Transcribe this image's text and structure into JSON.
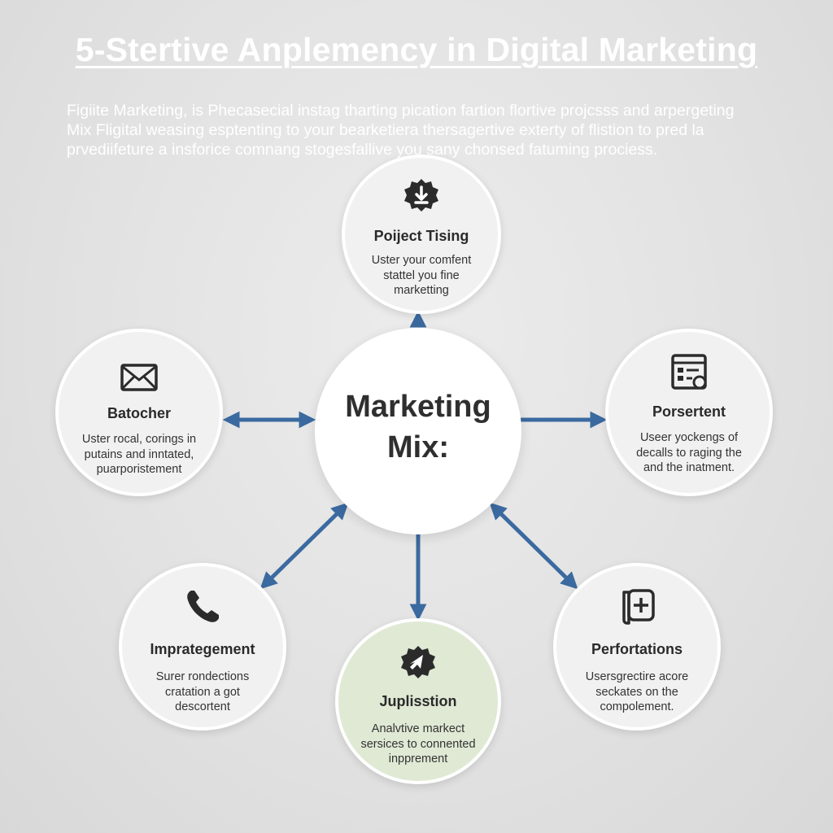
{
  "title": "5-Stertive Anplemency in Digital Marketing",
  "intro": [
    "Figiite Marketing, is Phecasecial instag tharting pication fartion flortive projcsss and arpergeting",
    "Mix Fligital weasing esptenting to your bearketiera thersagertive exterty of flistion to pred la",
    "prvediifeture a insforice comnang stogesfallive you sany chonsed fatuming prociess."
  ],
  "hub": {
    "line1": "Marketing",
    "line2": "Mix:"
  },
  "nodes": {
    "top": {
      "icon": "download-badge-icon",
      "label": "Poiject Tising",
      "desc": [
        "Uster your comfent",
        "stattel you fine",
        "marketting"
      ]
    },
    "left": {
      "icon": "envelope-icon",
      "label": "Batocher",
      "desc": [
        "Uster rocal, corings in",
        "putains and inntated,",
        "puarporistement"
      ]
    },
    "right": {
      "icon": "dashboard-window-icon",
      "label": "Porsertent",
      "desc": [
        "Useer yockengs of",
        "decalls to raging the",
        "and the inatment."
      ]
    },
    "bottom_left": {
      "icon": "phone-icon",
      "label": "Imprategement",
      "desc": [
        "Surer rondections",
        "cratation a got",
        "descortent"
      ]
    },
    "bottom": {
      "icon": "cursor-badge-icon",
      "label": "Juplisstion",
      "desc": [
        "Analvtive markect",
        "sersices to connented",
        "inpprement"
      ]
    },
    "bottom_right": {
      "icon": "plus-document-icon",
      "label": "Perfortations",
      "desc": [
        "Usersgrectire acore",
        "seckates on the",
        "compolement."
      ]
    }
  },
  "colors": {
    "arrow": "#3b6aa0",
    "hub_bg": "#ffffff",
    "node_bg": "#f1f1f1",
    "highlight_bg": "#dfe9d4",
    "icon": "#2b2b2b"
  }
}
